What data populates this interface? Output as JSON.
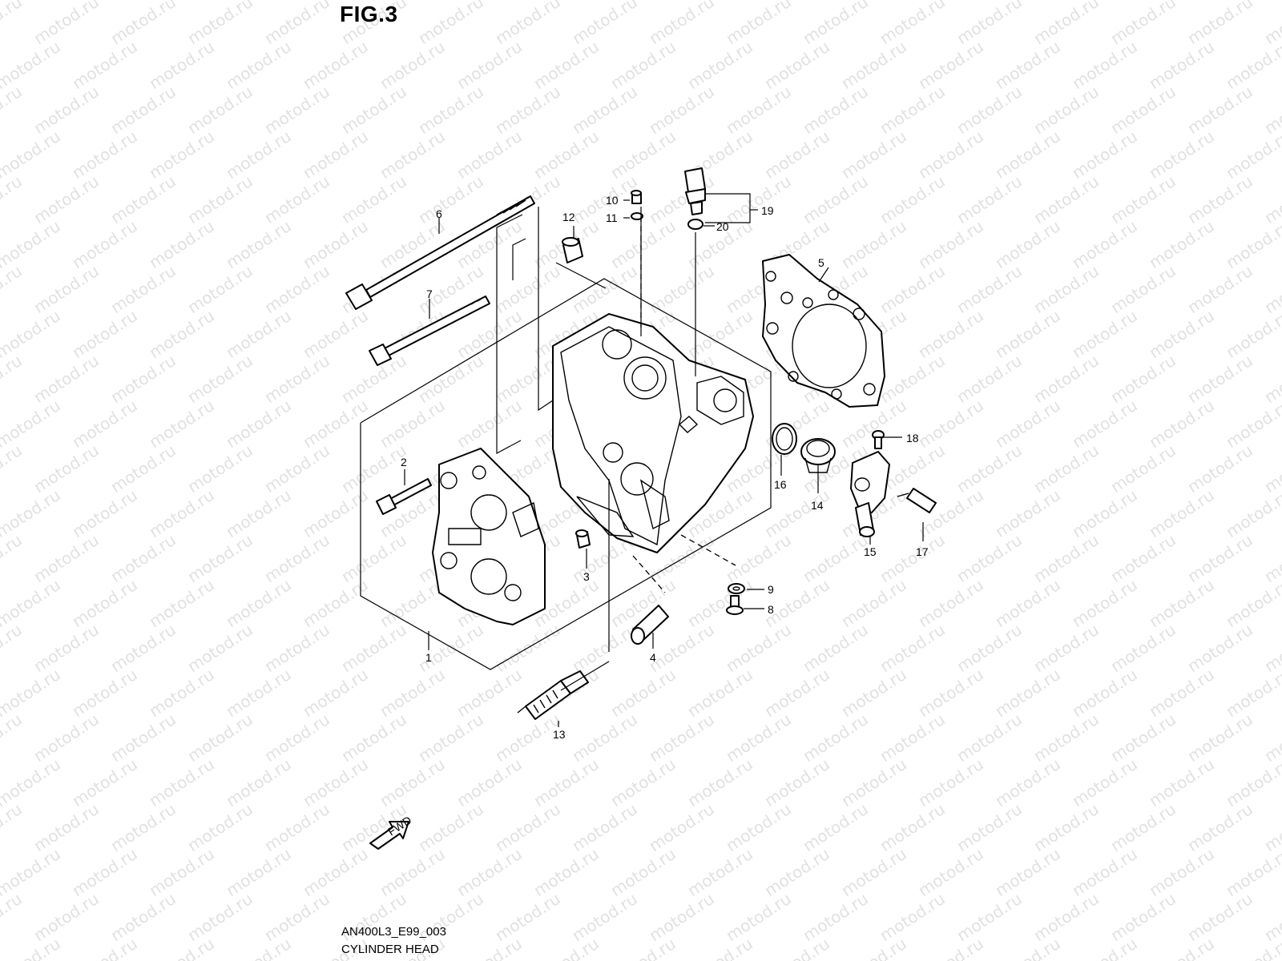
{
  "figure": {
    "title": "FIG.3",
    "code": "AN400L3_E99_003",
    "caption": "CYLINDER HEAD",
    "watermark_text": "motod.ru",
    "fwd_label": "FWD"
  },
  "callouts": [
    {
      "id": "1",
      "text": "1"
    },
    {
      "id": "2",
      "text": "2"
    },
    {
      "id": "3",
      "text": "3"
    },
    {
      "id": "4",
      "text": "4"
    },
    {
      "id": "5",
      "text": "5"
    },
    {
      "id": "6",
      "text": "6"
    },
    {
      "id": "7",
      "text": "7"
    },
    {
      "id": "8",
      "text": "8"
    },
    {
      "id": "9",
      "text": "9"
    },
    {
      "id": "10",
      "text": "10"
    },
    {
      "id": "11",
      "text": "11"
    },
    {
      "id": "12",
      "text": "12"
    },
    {
      "id": "13",
      "text": "13"
    },
    {
      "id": "14",
      "text": "14"
    },
    {
      "id": "15",
      "text": "15"
    },
    {
      "id": "16",
      "text": "16"
    },
    {
      "id": "17",
      "text": "17"
    },
    {
      "id": "18",
      "text": "18"
    },
    {
      "id": "19",
      "text": "19"
    },
    {
      "id": "20",
      "text": "20"
    }
  ],
  "colors": {
    "line": "#000000",
    "background": "#ffffff",
    "watermark": "#c9c9c9"
  }
}
